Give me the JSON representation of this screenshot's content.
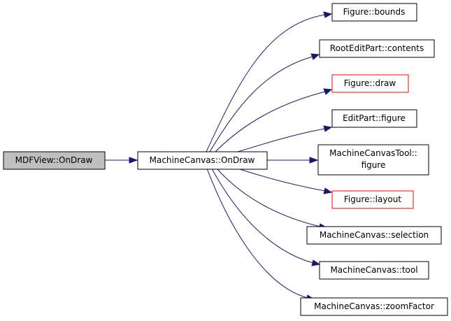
{
  "colors": {
    "edge": "#191970",
    "node_border": "#000000",
    "node_border_highlight": "#ff0000",
    "root_fill": "#bfbfbf",
    "node_fill": "#ffffff"
  },
  "nodes": {
    "mdfview_ondraw": {
      "label": "MDFView::OnDraw"
    },
    "machinecanvas_ondraw": {
      "label": "MachineCanvas::OnDraw"
    },
    "figure_bounds": {
      "label": "Figure::bounds"
    },
    "rooteditpart_contents": {
      "label": "RootEditPart::contents"
    },
    "figure_draw": {
      "label": "Figure::draw"
    },
    "editpart_figure": {
      "label": "EditPart::figure"
    },
    "machinecanvastool_figure": {
      "label_line1": "MachineCanvasTool::",
      "label_line2": "figure"
    },
    "figure_layout": {
      "label": "Figure::layout"
    },
    "machinecanvas_selection": {
      "label": "MachineCanvas::selection"
    },
    "machinecanvas_tool": {
      "label": "MachineCanvas::tool"
    },
    "machinecanvas_zoomfactor": {
      "label": "MachineCanvas::zoomFactor"
    }
  }
}
